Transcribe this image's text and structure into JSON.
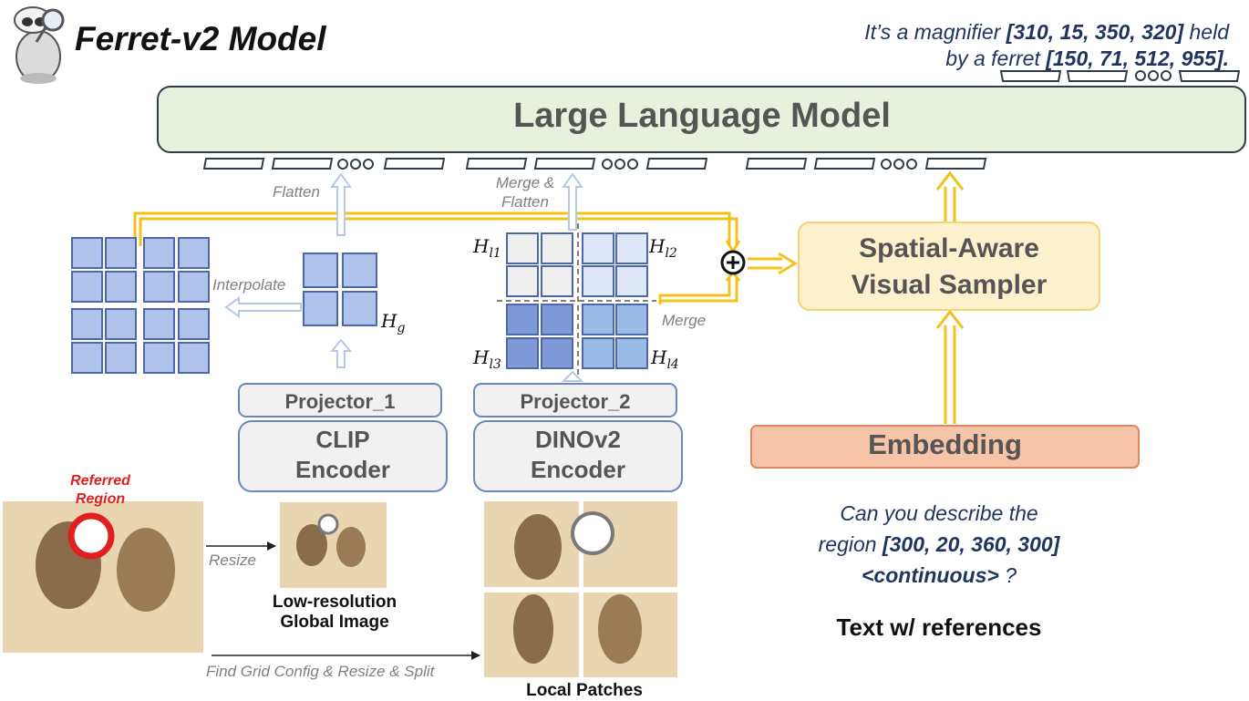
{
  "title": "Ferret-v2 Model",
  "output_text": {
    "line1_prefix": "It’s a magnifier",
    "line1_box": "[310, 15, 350, 320]",
    "line1_suffix": "held",
    "line2_prefix": "by a ferret",
    "line2_box": "[150, 71, 512, 955]."
  },
  "llm_label": "Large Language Model",
  "sampler_label_line1": "Spatial-Aware",
  "sampler_label_line2": "Visual Sampler",
  "embedding_label": "Embedding",
  "projector_1": "Projector_1",
  "projector_2": "Projector_2",
  "clip_encoder_line1": "CLIP",
  "clip_encoder_line2": "Encoder",
  "dino_encoder_line1": "DINOv2",
  "dino_encoder_line2": "Encoder",
  "flatten_label": "Flatten",
  "merge_flatten_line1": "Merge &",
  "merge_flatten_line2": "Flatten",
  "interpolate_label": "Interpolate",
  "merge_label": "Merge",
  "resize_label": "Resize",
  "grid_config_label": "Find Grid Config & Resize & Split",
  "referred_line1": "Referred",
  "referred_line2": "Region",
  "low_res_line1": "Low-resolution",
  "low_res_line2": "Global Image",
  "local_patches_label": "Local Patches",
  "math": {
    "hg": "H",
    "hg_sub": "g",
    "hl1": "H",
    "hl1_sub": "l1",
    "hl2": "H",
    "hl2_sub": "l2",
    "hl3": "H",
    "hl3_sub": "l3",
    "hl4": "H",
    "hl4_sub": "l4"
  },
  "question": {
    "line1": "Can you describe the",
    "line2_prefix": "region",
    "line2_box": "[300, 20, 360, 300]",
    "line3_token": "<continuous>",
    "line3_suffix": "?"
  },
  "text_with_references": "Text w/ references",
  "colors": {
    "llm_fill": "#e8f0de",
    "llm_border": "#2f3d4a",
    "sampler_fill": "#fdf0cc",
    "sampler_border": "#f5d470",
    "embedding_fill": "#f6c4a8",
    "embedding_border": "#e0875e",
    "encoder_fill": "#f1f1f1",
    "encoder_border": "#6a87b8",
    "gold_arrow": "#f2c21a",
    "feature_blue": "#aec2ea",
    "feature_blue_border": "#4c68a8",
    "referred_red": "#e02020",
    "text_navy": "#1f3560"
  }
}
